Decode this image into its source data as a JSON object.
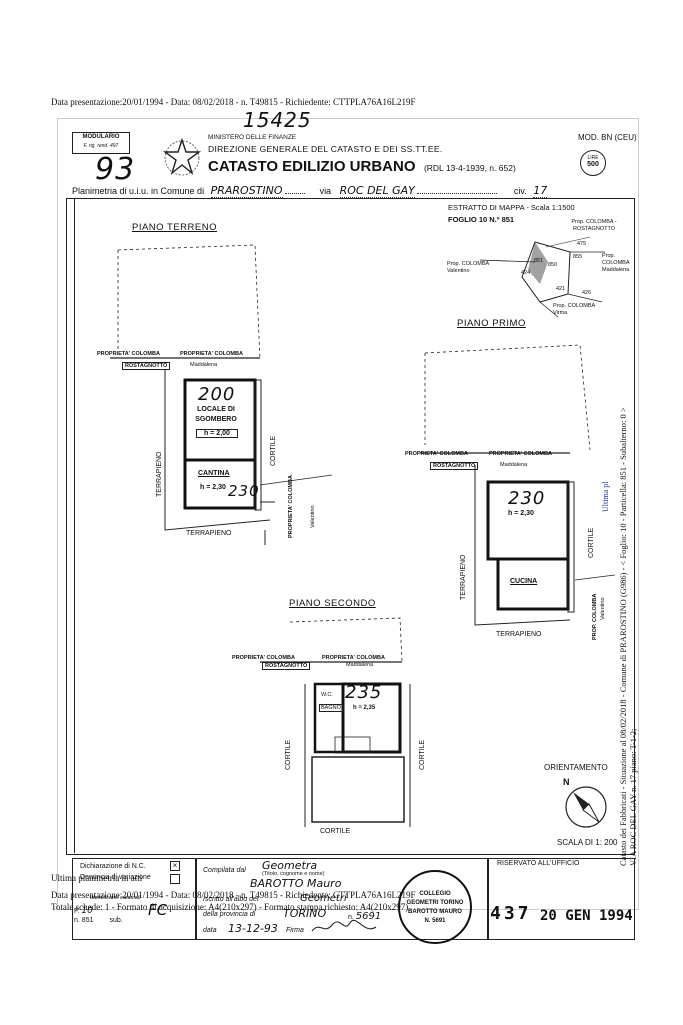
{
  "header_line": "Data presentazione:20/01/1994 - Data: 08/02/2018 - n. T49815 - Richiedente: CTTPLA76A16L219F",
  "form": {
    "modulario": "MODULARIO",
    "modulario_sub": "F. rig. rend. 497",
    "handwritten_code": "15425",
    "handwritten_93": "93",
    "ministry": "MINISTERO DELLE FINANZE",
    "direction": "DIREZIONE GENERALE DEL CATASTO E DEI SS.TT.EE.",
    "title": "CATASTO EDILIZIO URBANO",
    "title_note": "(RDL 13-4-1939, n. 652)",
    "mod": "MOD. BN (CEU)",
    "lire_label": "LIRE",
    "lire_value": "500",
    "planimetria_prefix": "Planimetria di u.i.u. in Comune di",
    "comune": "PRAROSTINO",
    "via_label": "via",
    "via": "ROC DEL GAY",
    "civ_label": "civ.",
    "civ": "17"
  },
  "estratto": {
    "title": "ESTRATTO DI MAPPA - Scala 1:1500",
    "foglio": "FOGLIO 10 N.º 851",
    "prop1": "Prop. COLOMBA - ROSTAGNOTTO",
    "prop2": "Prop. COLOMBA Valentino",
    "prop3": "Prop. COLOMBA Maddalena",
    "prop4": "Prop. COLOMBA Virma",
    "n_851": "851",
    "n_475": "475",
    "n_855": "855",
    "n_850": "850",
    "n_424": "424",
    "n_421": "421",
    "n_426": "426"
  },
  "piano_terreno": {
    "title": "PIANO TERRENO",
    "prop_rostagnotto": "PROPRIETA' COLOMBA",
    "rostagnotto": "ROSTAGNOTTO",
    "prop_maddalena": "PROPRIETA' COLOMBA",
    "maddalena": "Maddalena",
    "room1_num": "200",
    "room1_name": "LOCALE DI SGOMBERO",
    "room1_h": "h = 2,00",
    "room2_name": "CANTINA",
    "room2_h": "h = 2,30",
    "room2_num": "230",
    "terrapieno_left": "TERRAPIENO",
    "terrapieno_bottom": "TERRAPIENO",
    "cortile": "CORTILE",
    "prop_colomba_val": "PROPRIETA' COLOMBA",
    "valentino": "Valentino"
  },
  "piano_primo": {
    "title": "PIANO PRIMO",
    "prop_rostagnotto": "PROPRIETA' COLOMBA",
    "rostagnotto": "ROSTAGNOTTO",
    "prop_maddalena": "PROPRIETA' COLOMBA",
    "maddalena": "Maddalena",
    "room_num": "230",
    "room_h": "h = 2,30",
    "cucina": "CUCINA",
    "terrapieno_left": "TERRAPIENO",
    "terrapieno_bottom": "TERRAPIENO",
    "cortile": "CORTILE",
    "prop_colomba_val": "PROP. COLOMBA",
    "valentino": "Valentino"
  },
  "piano_secondo": {
    "title": "PIANO SECONDO",
    "prop_rostagnotto": "PROPRIETA' COLOMBA",
    "rostagnotto": "ROSTAGNOTTO",
    "prop_maddalena": "PROPRIETA' COLOMBA",
    "maddalena": "Maddalena",
    "wc": "W.C.",
    "bagno": "BAGNO",
    "room_num": "235",
    "room_h": "h = 2,35",
    "cortile_left": "CORTILE",
    "cortile_right": "CORTILE",
    "cortile_bottom": "CORTILE"
  },
  "orientamento": {
    "label": "ORIENTAMENTO",
    "north": "N"
  },
  "scala": "SCALA DI 1: 200",
  "side_text": {
    "primary": "Catasto dei Fabbricati - Situazione al 08/02/2018 - Comune di PRAROSTINO (G986) - < Foglio: 10 - Particella: 851 - Subalterno: 0 >",
    "secondary": "VIA ROC DEL GAY n. 17 piano: T-1-2;",
    "stamp": "Ultima pl"
  },
  "footer": {
    "dichiarazione": "Dichiarazione di N.C.",
    "denuncia": "Denuncia di variazione",
    "identificativi": "Identificativi catastali",
    "f_label": "F.",
    "f_value": "10",
    "n_label": "n.",
    "n_value": "851",
    "sub_label": "sub.",
    "fc_hand": "FC",
    "compilata": "Compilata dal",
    "geometra": "Geometra",
    "titolo_note": "(Titolo, cognome e nome)",
    "name": "BAROTTO Mauro",
    "iscritto": "Iscritto all'albo dei",
    "geometri": "Geometri",
    "provincia": "della provincia di",
    "torino": "TORINO",
    "n_albo_label": "n.",
    "n_albo": "5691",
    "data_label": "data",
    "data": "13-12-93",
    "firma": "Firma",
    "riservato": "RISERVATO ALL'UFFICIO",
    "protocollo": "437",
    "protocollo_date": "20 GEN 1994",
    "stamp_text": "COLLEGIO GEOMETRI TORINO BAROTTO MAURO N. 5691"
  },
  "overlay": {
    "ultima": "Ultima planimetria in atti",
    "line2": "Data presentazione:20/01/1994 - Data: 08/02/2018 - n. T49815 - Richiedente: CTTPLA76A16L219F",
    "line3": "Totale schede: 1 - Formato di acquisizione: A4(210x297) - Formato stampa richiesto: A4(210x297)"
  }
}
